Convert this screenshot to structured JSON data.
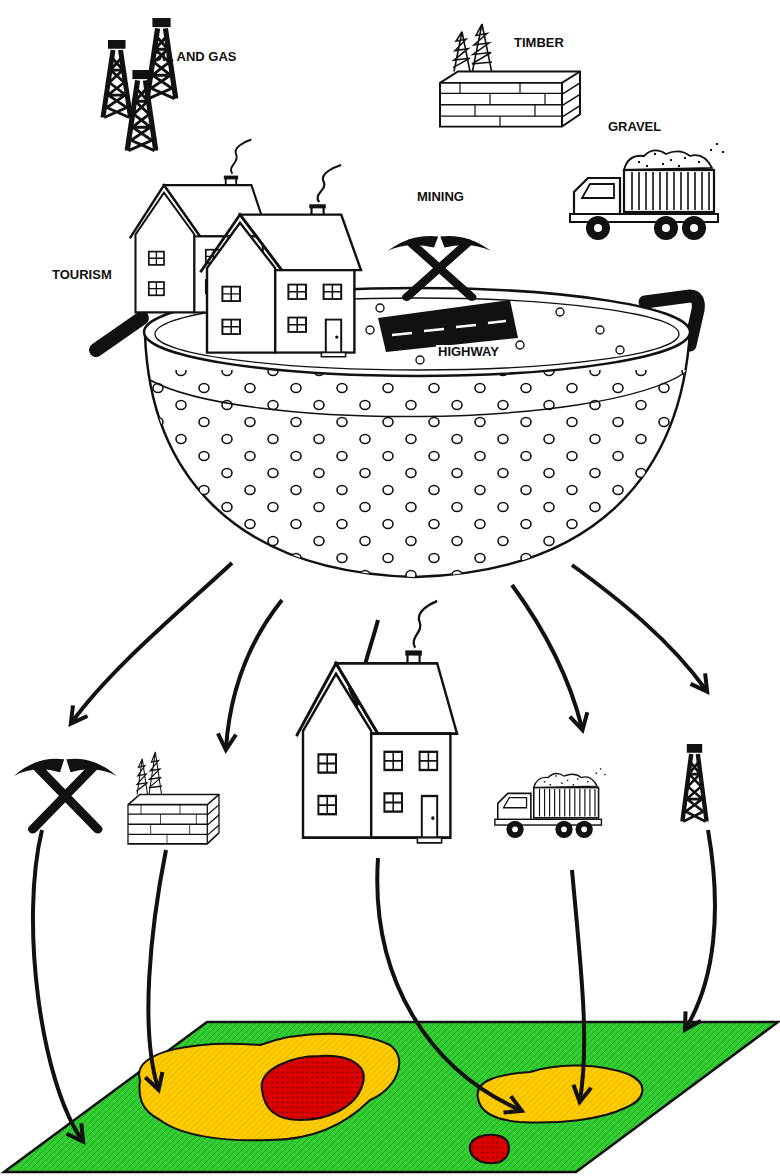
{
  "diagram": {
    "labels": [
      "OIL AND GAS",
      "TIMBER",
      "GRAVEL",
      "MINING",
      "TOURISM",
      "HIGHWAY"
    ]
  }
}
